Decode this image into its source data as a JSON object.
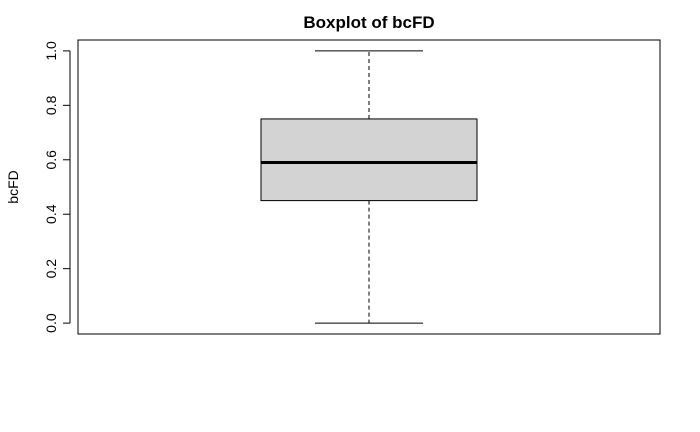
{
  "chart_data": {
    "type": "boxplot",
    "title": "Boxplot of bcFD",
    "xlabel": "",
    "ylabel": "bcFD",
    "ylim": [
      -0.04,
      1.04
    ],
    "yticks": [
      0.0,
      0.2,
      0.4,
      0.6,
      0.8,
      1.0
    ],
    "ytick_labels": [
      "0.0",
      "0.2",
      "0.4",
      "0.6",
      "0.8",
      "1.0"
    ],
    "grid": false,
    "legend": "none",
    "box_fill": "#d3d3d3",
    "stats": {
      "whisker_low": 0.0,
      "q1": 0.45,
      "median": 0.59,
      "q3": 0.75,
      "whisker_high": 1.0
    }
  }
}
